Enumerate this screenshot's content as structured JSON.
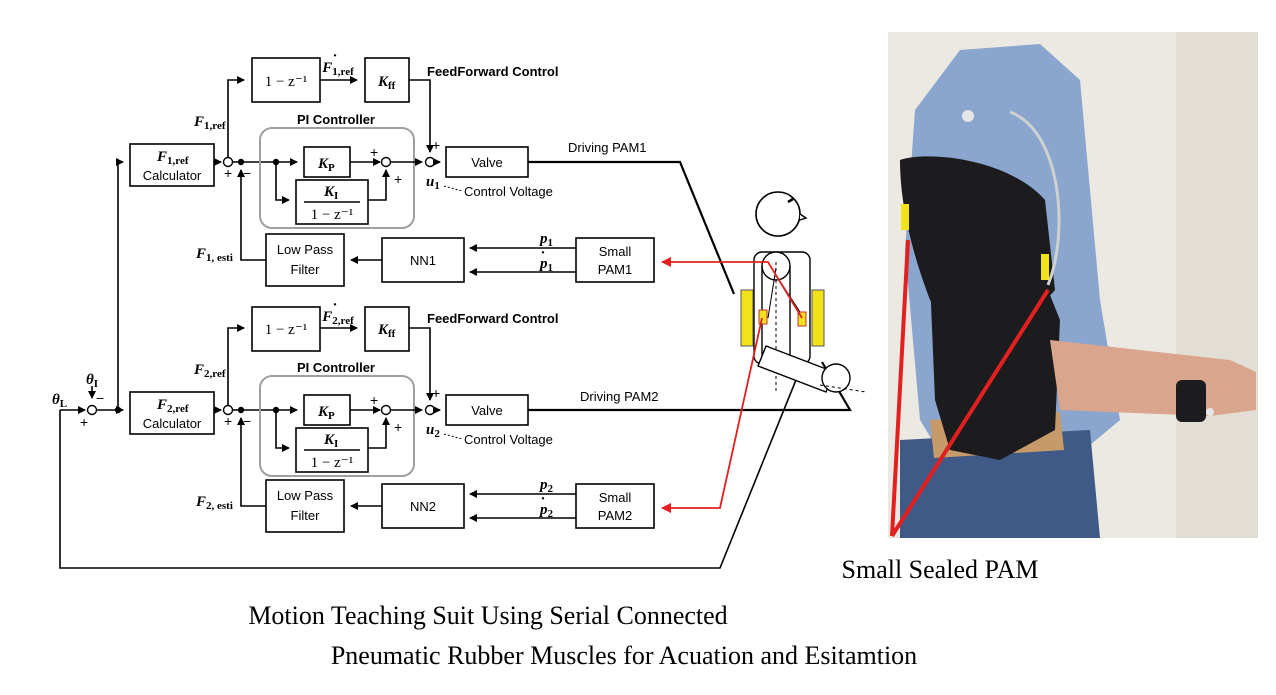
{
  "blocks": {
    "diff": "1 − z⁻¹",
    "kff": "K",
    "kff_sub": "ff",
    "kp": "K",
    "kp_sub": "P",
    "ki": "K",
    "ki_sub": "I",
    "ki_den": "1 − z⁻¹",
    "calc1_top": "F",
    "calc1_sub": "1,ref",
    "calc2_sub": "2,ref",
    "calc_label": "Calculator",
    "valve": "Valve",
    "lpf_line1": "Low Pass",
    "lpf_line2": "Filter",
    "nn1": "NN1",
    "nn2": "NN2",
    "small1_line1": "Small",
    "small1_line2": "PAM1",
    "small2_line1": "Small",
    "small2_line2": "PAM2"
  },
  "labels": {
    "feedforward": "FeedForward Control",
    "pi_controller": "PI Controller",
    "driving1": "Driving PAM1",
    "driving2": "Driving PAM2",
    "control_voltage": "Control Voltage",
    "f1ref": "F",
    "f1ref_sub": "1,ref",
    "f2ref_sub": "2,ref",
    "f1dot_sub": "1,ref",
    "f2dot_sub": "2,ref",
    "f1esti_sub": "1, esti",
    "f2esti_sub": "2, esti",
    "u": "u",
    "u1_sub": "1",
    "u2_sub": "2",
    "p": "p",
    "p1_sub": "1",
    "p2_sub": "2",
    "theta": "θ",
    "theta_l_sub": "L",
    "theta_i_sub": "I",
    "plus": "+",
    "minus": "−"
  },
  "photo_caption": "Small Sealed PAM",
  "caption_line1": "Motion Teaching Suit Using Serial Connected",
  "caption_line2": "Pneumatic Rubber Muscles for Acuation and Esitamtion",
  "colors": {
    "signal_red": "#e32020",
    "pam_yellow": "#f2e21a",
    "pi_box_gray": "#a0a0a0",
    "shirt_blue": "#8aa6cf",
    "sleeve_black": "#1c1c1e",
    "jeans_blue": "#3f5a86",
    "skin": "#d9a58c",
    "wall": "#ece9e3"
  }
}
